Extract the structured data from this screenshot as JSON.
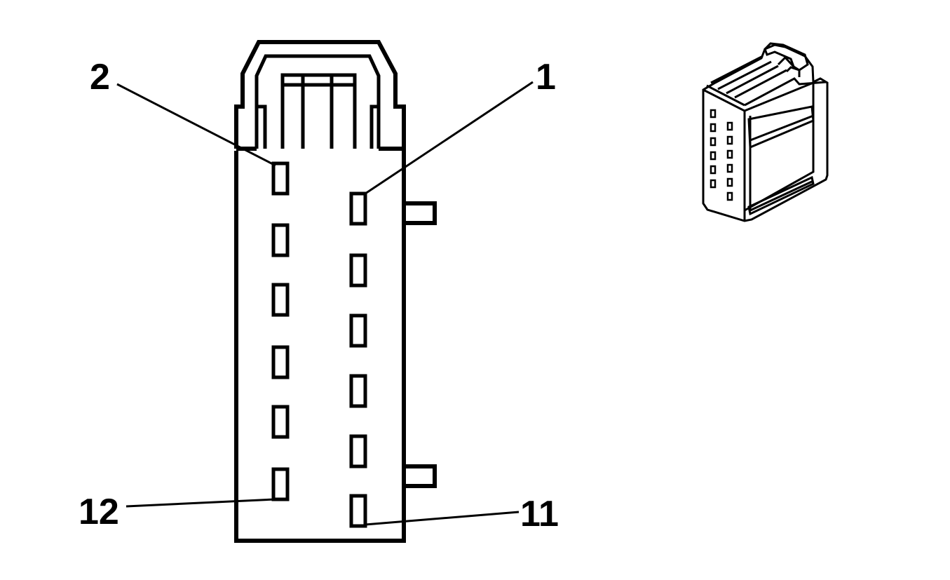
{
  "diagram": {
    "type": "connector-face-view",
    "pin_count": 12,
    "labels": {
      "pin_1": "1",
      "pin_2": "2",
      "pin_11": "11",
      "pin_12": "12"
    },
    "colors": {
      "line": "#000000",
      "background": "#ffffff"
    },
    "thumbnail": "connector-isometric-view"
  }
}
